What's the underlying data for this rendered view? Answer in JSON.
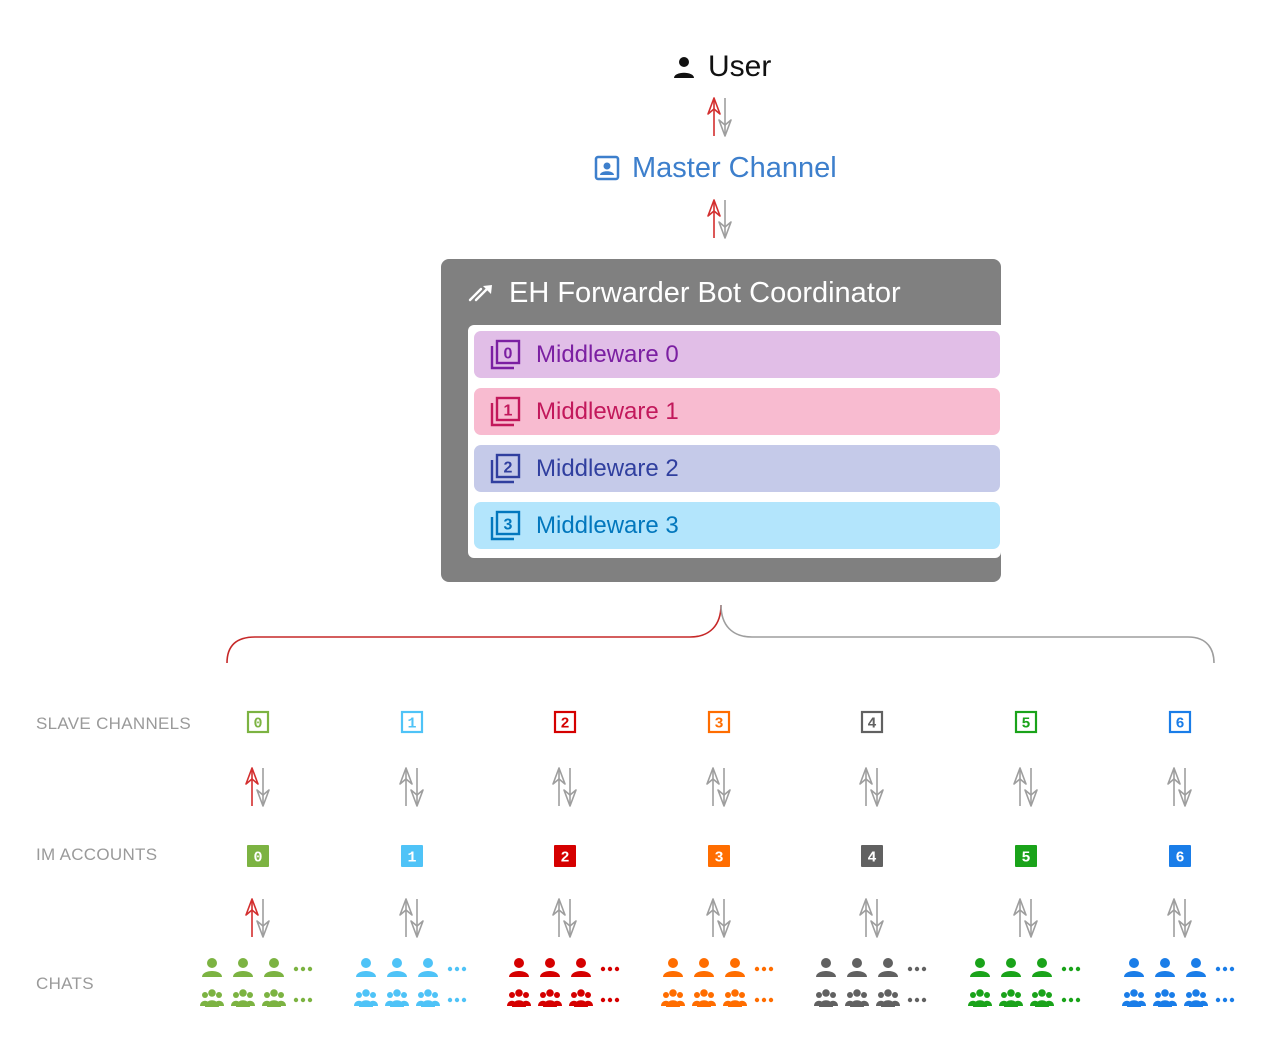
{
  "user": {
    "label": "User",
    "icon": "person-icon"
  },
  "master_channel": {
    "label": "Master Channel",
    "icon": "contact-card-icon",
    "color": "#3d7fcc"
  },
  "coordinator": {
    "label": "EH Forwarder Bot Coordinator",
    "icon": "link-arrow-icon",
    "background": "#808080",
    "middlewares": [
      {
        "label": "Middleware 0",
        "num": "0",
        "bg": "#e1bee7",
        "fg": "#7b1fa2"
      },
      {
        "label": "Middleware 1",
        "num": "1",
        "bg": "#f8bbd0",
        "fg": "#c2185b"
      },
      {
        "label": "Middleware 2",
        "num": "2",
        "bg": "#c5cae9",
        "fg": "#303f9f"
      },
      {
        "label": "Middleware 3",
        "num": "3",
        "bg": "#b3e5fc",
        "fg": "#0277bd"
      }
    ]
  },
  "rows": {
    "slave_channels": "SLAVE CHANNELS",
    "im_accounts": "IM ACCOUNTS",
    "chats": "CHATS"
  },
  "channels": [
    {
      "num": "0",
      "color": "#7cb342",
      "active": true
    },
    {
      "num": "1",
      "color": "#4fc3f7",
      "active": false
    },
    {
      "num": "2",
      "color": "#d50000",
      "active": false
    },
    {
      "num": "3",
      "color": "#ff6d00",
      "active": false
    },
    {
      "num": "4",
      "color": "#616161",
      "active": false
    },
    {
      "num": "5",
      "color": "#1aa31a",
      "active": false
    },
    {
      "num": "6",
      "color": "#1a7de8",
      "active": false
    }
  ],
  "colors": {
    "active_arrow": "#d32f2f",
    "inactive_arrow": "#9e9e9e",
    "brace_active": "#c62828",
    "brace_inactive": "#9e9e9e"
  }
}
